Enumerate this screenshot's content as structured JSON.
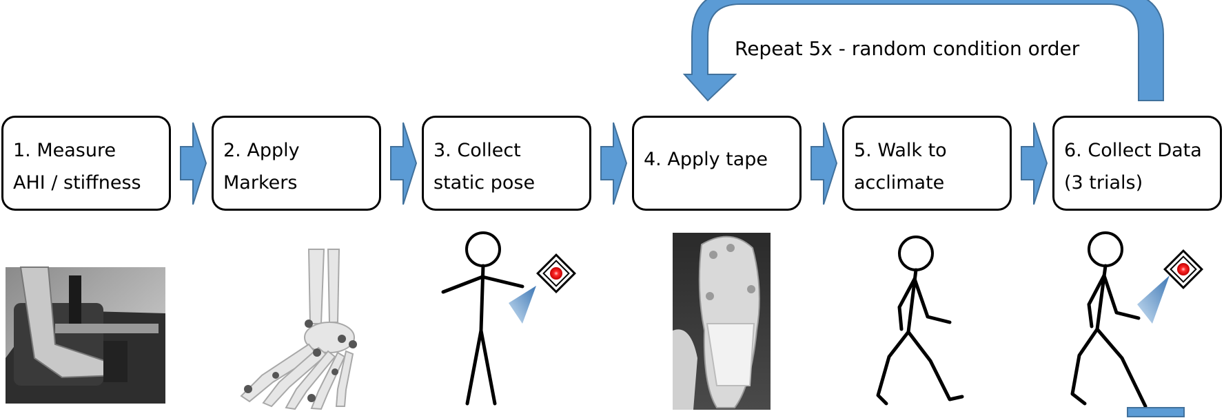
{
  "repeat_label": "Repeat 5x - random condition order",
  "colors": {
    "arrow": "#5b9bd5",
    "arrow_border": "#41719c",
    "box_border": "#000000",
    "red_marker": "#e8201c"
  },
  "steps": [
    {
      "line1": "1. Measure",
      "line2": "AHI / stiffness",
      "illustration": "arch-height-device-photo"
    },
    {
      "line1": "2. Apply",
      "line2": "Markers",
      "illustration": "foot-skeleton-with-markers"
    },
    {
      "line1": "3. Collect",
      "line2": "static pose",
      "illustration": "standing-stick-figure-with-camera"
    },
    {
      "line1": "4. Apply tape",
      "line2": "",
      "illustration": "taped-foot-photo"
    },
    {
      "line1": "5. Walk to",
      "line2": "acclimate",
      "illustration": "walking-stick-figure"
    },
    {
      "line1": "6. Collect Data",
      "line2": "(3 trials)",
      "illustration": "walking-stick-figure-with-camera-and-force-plate"
    }
  ]
}
